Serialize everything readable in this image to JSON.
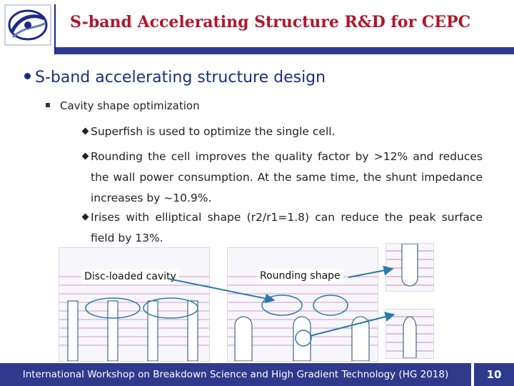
{
  "header": {
    "title": "S-band Accelerating Structure R&D for CEPC",
    "logo_icon": "institute-logo-icon"
  },
  "content": {
    "bullet1": "S-band accelerating structure design",
    "bullet2": "Cavity shape optimization",
    "sub_bullets": [
      "Superfish is used to optimize the single cell.",
      "Rounding the cell improves the quality factor by >12% and reduces the wall power consumption. At the same time, the shunt impedance increases by ~10.9%.",
      "Irises with elliptical shape (r2/r1=1.8) can reduce the peak surface field by 13%."
    ]
  },
  "figures": {
    "left_label": "Disc-loaded cavity",
    "middle_label": "Rounding shape"
  },
  "footer": {
    "text": "International Workshop on Breakdown Science and High Gradient Technology (HG 2018)",
    "page_number": "10"
  },
  "colors": {
    "title": "#b0162b",
    "bar": "#2e3a8c",
    "field_lines": "#c25bb0",
    "arrow": "#2a7aa8"
  }
}
